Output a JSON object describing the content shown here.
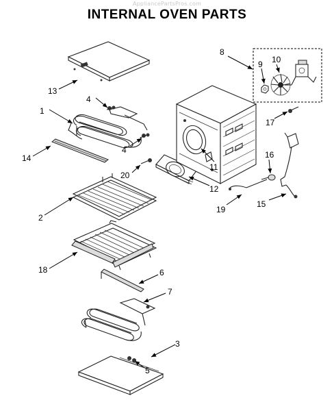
{
  "header": {
    "watermark": "AppliancePartsPros.com",
    "title": "INTERNAL OVEN PARTS"
  },
  "callouts": {
    "c1": "1",
    "c2": "2",
    "c3": "3",
    "c4a": "4",
    "c4b": "4",
    "c5": "5",
    "c6": "6",
    "c7": "7",
    "c8": "8",
    "c9": "9",
    "c10": "10",
    "c11": "11",
    "c12": "12",
    "c13": "13",
    "c14": "14",
    "c15": "15",
    "c16": "16",
    "c17": "17",
    "c18": "18",
    "c19": "19",
    "c20": "20"
  }
}
